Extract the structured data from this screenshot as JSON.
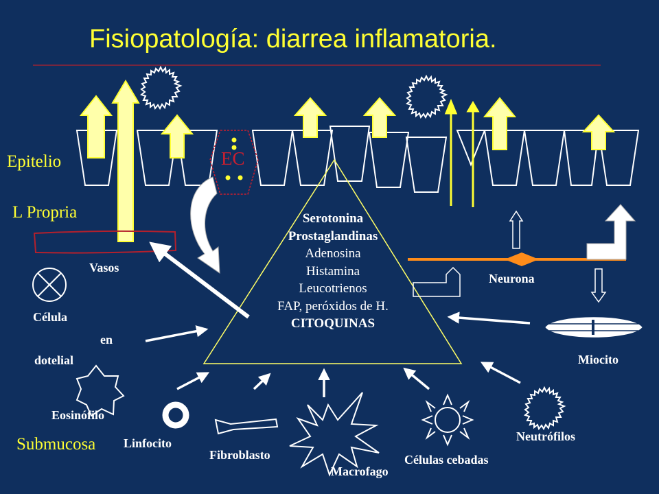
{
  "title": "Fisiopatología: diarrea inflamatoria.",
  "layers": {
    "epitelio": "Epitelio",
    "lamina_propria": "L Propria",
    "submucosa": "Submucosa"
  },
  "ec_cell": "EC",
  "mediators": [
    "Serotonina",
    "Prostaglandinas",
    "Adenosina",
    "Histamina",
    "Leucotrienos",
    "FAP, peróxidos de H.",
    "CITOQUINAS"
  ],
  "cells": {
    "vasos": "Vasos",
    "celula": "Célula",
    "en": "en",
    "dotelial": "dotelial",
    "eosinofilo": "Eosinófilo",
    "linfocito": "Linfocito",
    "fibroblasto": "Fibroblasto",
    "macrofago": "Macrofago",
    "celulas_cebadas": "Células cebadas",
    "neutrofilos": "Neutrófilos",
    "neurona": "Neurona",
    "miocito": "Miocito"
  },
  "colors": {
    "background": "#0f2f5e",
    "title": "#ffff33",
    "arrow_fill": "#ffffaa",
    "neuron": "#ff8c1a",
    "vessel": "#b4202c",
    "ec_border": "#cc1f2f"
  }
}
